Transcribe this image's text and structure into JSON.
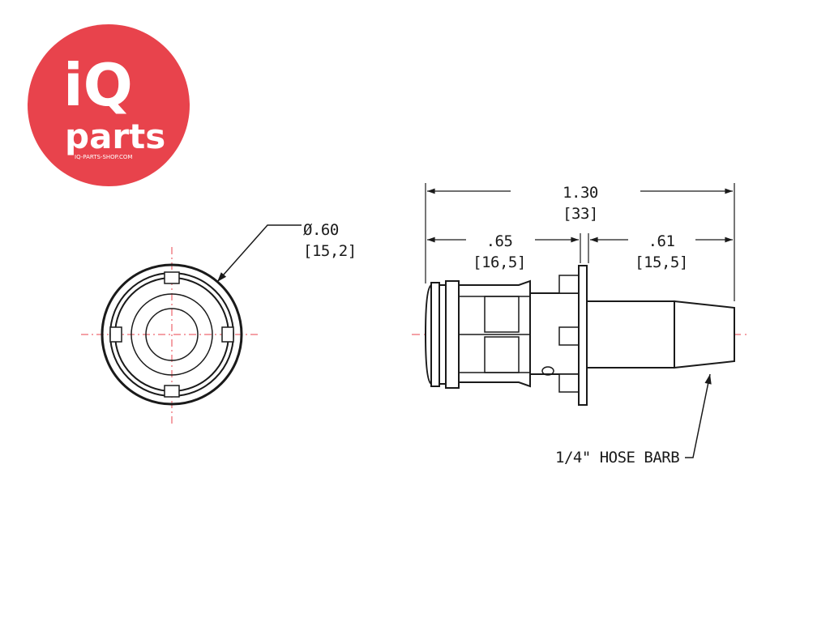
{
  "logo": {
    "brand_top": "iQ",
    "brand_bottom": "parts",
    "url": "IQ-PARTS-SHOP.COM",
    "color": "#e8434c"
  },
  "front_view": {
    "diameter_in": "Ø.60",
    "diameter_mm": "[15,2]"
  },
  "side_view": {
    "overall_in": "1.30",
    "overall_mm": "[33]",
    "left_in": ".65",
    "left_mm": "[16,5]",
    "right_in": ".61",
    "right_mm": "[15,5]",
    "callout": "1/4\" HOSE BARB"
  },
  "colors": {
    "line": "#1a1a1a",
    "centerline": "#e8434c"
  }
}
